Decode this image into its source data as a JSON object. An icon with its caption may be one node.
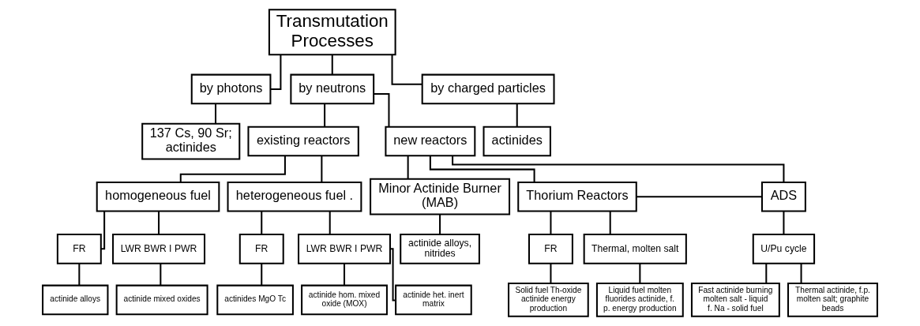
{
  "diagram": {
    "nodes": [
      {
        "text": [
          "Transmutation Processes"
        ]
      },
      {
        "text": [
          "by photons"
        ]
      },
      {
        "text": [
          "by neutrons"
        ]
      },
      {
        "text": [
          "by charged particles"
        ]
      },
      {
        "text": [
          "137 Cs, 90 Sr; actinides"
        ]
      },
      {
        "text": [
          "existing reactors"
        ]
      },
      {
        "text": [
          "new reactors"
        ]
      },
      {
        "text": [
          "actinides"
        ]
      },
      {
        "text": [
          "homogeneous fuel"
        ]
      },
      {
        "text": [
          "heterogeneous fuel ."
        ]
      },
      {
        "text": [
          "Minor Actinide Burner (MAB)"
        ]
      },
      {
        "text": [
          "Thorium Reactors"
        ]
      },
      {
        "text": [
          "ADS"
        ]
      },
      {
        "text": [
          "FR"
        ]
      },
      {
        "text": [
          "LWR BWR I PWR"
        ]
      },
      {
        "text": [
          "FR"
        ]
      },
      {
        "text": [
          "LWR BWR I PWR"
        ]
      },
      {
        "text": [
          "actinide alloys, nitrides"
        ]
      },
      {
        "text": [
          "FR"
        ]
      },
      {
        "text": [
          "Thermal, molten salt"
        ]
      },
      {
        "text": [
          "U/Pu cycle"
        ]
      },
      {
        "text": [
          "actinide alloys"
        ]
      },
      {
        "text": [
          "actinide mixed oxides"
        ]
      },
      {
        "text": [
          "actinides MgO Tc"
        ]
      },
      {
        "text": [
          "actinide hom. mixed oxide (MOX)"
        ]
      },
      {
        "text": [
          "actinide het. inert matrix"
        ]
      },
      {
        "text": [
          "Solid fuel Th-oxide actinide energy production"
        ]
      },
      {
        "text": [
          "Liquid fuel molten fluorides actinide, f. p. energy production"
        ]
      },
      {
        "text": [
          "Fast actinide burning molten salt - liquid f. Na - solid fuel"
        ]
      },
      {
        "text": [
          "Thermal actinide, f.p. molten salt; graphite beads"
        ]
      }
    ],
    "edges": [
      {
        "from": 0,
        "to": 1,
        "arrow": "none"
      },
      {
        "from": 0,
        "to": 2,
        "arrow": "none"
      },
      {
        "from": 0,
        "to": 3,
        "arrow": "none"
      },
      {
        "from": 1,
        "to": 4,
        "arrow": "none"
      },
      {
        "from": 2,
        "to": 5,
        "arrow": "none"
      },
      {
        "from": 2,
        "to": 6,
        "arrow": "none"
      },
      {
        "from": 3,
        "to": 7,
        "arrow": "none"
      },
      {
        "from": 5,
        "to": 8,
        "arrow": "none"
      },
      {
        "from": 5,
        "to": 9,
        "arrow": "none"
      },
      {
        "from": 6,
        "to": 10,
        "arrow": "none"
      },
      {
        "from": 6,
        "to": 11,
        "arrow": "none"
      },
      {
        "from": 6,
        "to": 12,
        "arrow": "none"
      },
      {
        "from": 11,
        "to": 12,
        "arrow": "none"
      },
      {
        "from": 8,
        "to": 13,
        "arrow": "none"
      },
      {
        "from": 8,
        "to": 14,
        "arrow": "none"
      },
      {
        "from": 9,
        "to": 15,
        "arrow": "none"
      },
      {
        "from": 9,
        "to": 16,
        "arrow": "none"
      },
      {
        "from": 10,
        "to": 17,
        "arrow": "none"
      },
      {
        "from": 11,
        "to": 18,
        "arrow": "none"
      },
      {
        "from": 11,
        "to": 19,
        "arrow": "none"
      },
      {
        "from": 12,
        "to": 20,
        "arrow": "none"
      },
      {
        "from": 13,
        "to": 21,
        "arrow": "none"
      },
      {
        "from": 14,
        "to": 22,
        "arrow": "none"
      },
      {
        "from": 15,
        "to": 23,
        "arrow": "none"
      },
      {
        "from": 16,
        "to": 24,
        "arrow": "none"
      },
      {
        "from": 16,
        "to": 25,
        "arrow": "none"
      },
      {
        "from": 18,
        "to": 26,
        "arrow": "none"
      },
      {
        "from": 19,
        "to": 27,
        "arrow": "none"
      },
      {
        "from": 20,
        "to": 28,
        "arrow": "none"
      },
      {
        "from": 20,
        "to": 29,
        "arrow": "none"
      }
    ]
  }
}
